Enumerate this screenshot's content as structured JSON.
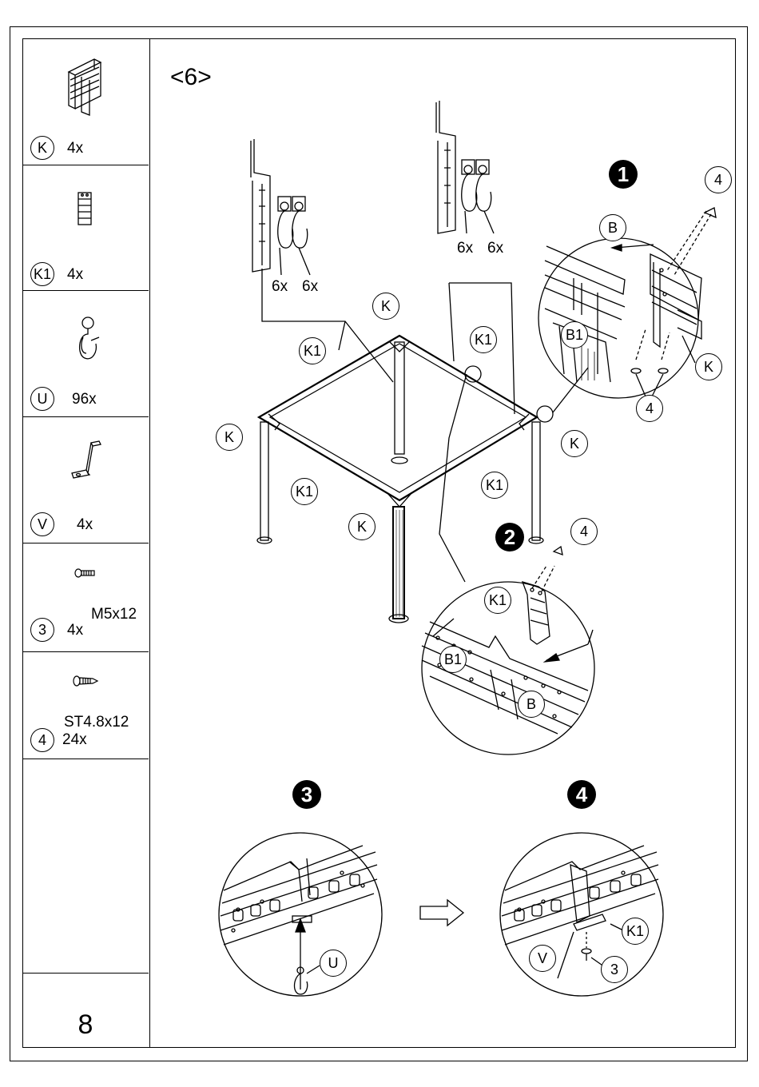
{
  "step_label": "<6>",
  "page_number": "8",
  "parts": [
    {
      "id": "K",
      "qty": "4x",
      "spec": ""
    },
    {
      "id": "K1",
      "qty": "4x",
      "spec": ""
    },
    {
      "id": "U",
      "qty": "96x",
      "spec": ""
    },
    {
      "id": "V",
      "qty": "4x",
      "spec": ""
    },
    {
      "id": "3",
      "qty": "4x",
      "spec": "M5x12"
    },
    {
      "id": "4",
      "qty": "24x",
      "spec": "ST4.8x12"
    }
  ],
  "callouts": {
    "hook_count_left_a": "6x",
    "hook_count_left_b": "6x",
    "hook_count_right_a": "6x",
    "hook_count_right_b": "6x"
  },
  "frame_labels": {
    "k_top": "K",
    "k_left": "K",
    "k_right": "K",
    "k_front": "K",
    "k1_left_top": "K1",
    "k1_right_top": "K1",
    "k1_left_front": "K1",
    "k1_right_front": "K1"
  },
  "detail_steps": {
    "step1": {
      "number": "1",
      "labels": {
        "b": "B",
        "b1": "B1",
        "k": "K",
        "screw_top": "4",
        "screw_bottom": "4"
      }
    },
    "step2": {
      "number": "2",
      "labels": {
        "k1": "K1",
        "b1": "B1",
        "b": "B",
        "screw": "4"
      }
    },
    "step3": {
      "number": "3",
      "labels": {
        "u": "U"
      }
    },
    "step4": {
      "number": "4",
      "labels": {
        "v": "V",
        "k1": "K1",
        "screw": "3"
      }
    }
  }
}
